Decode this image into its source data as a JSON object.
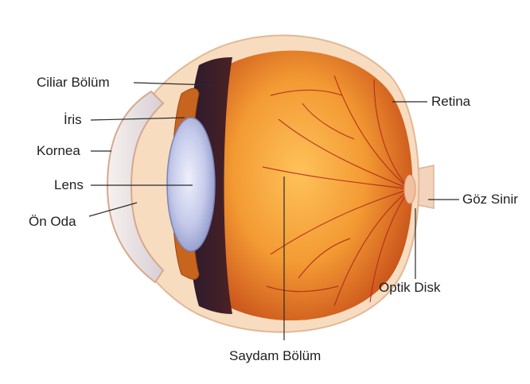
{
  "labels": {
    "ciliar": "Ciliar Bölüm",
    "iris": "İris",
    "kornea": "Kornea",
    "lens": "Lens",
    "on_oda": "Ön Oda",
    "retina": "Retina",
    "goz_siniri": "Göz Sinir",
    "optik_disk": "Optik Disk",
    "saydam": "Saydam Bölüm"
  },
  "colors": {
    "label_text": "#1f1f1f",
    "leader_line": "#2a2a2a",
    "vitreous_center": "#ffc25a",
    "vitreous_mid": "#f39a33",
    "vitreous_edge": "#c9521b",
    "sclera": "#f7dcc0",
    "choroid": "#3b1a1f",
    "lens_center": "#eef0fb",
    "lens_edge": "#8f98c8",
    "vessel": "#b3261a"
  }
}
